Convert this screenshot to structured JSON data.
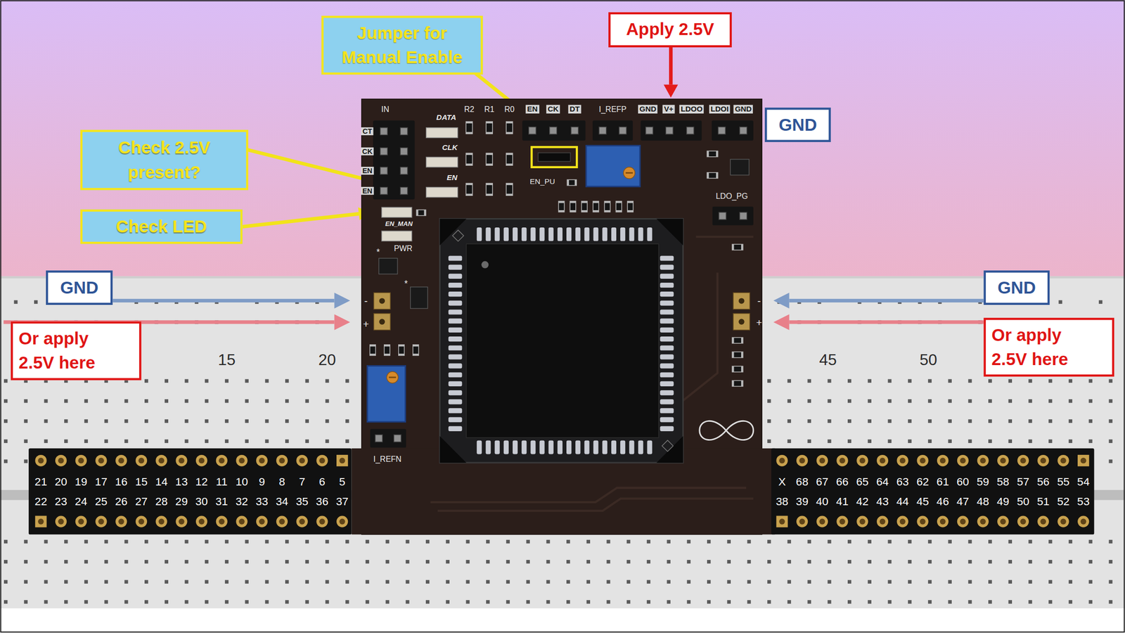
{
  "diagram": {
    "nodes": [
      {
        "text": [
          "Jumper for Manual Enable"
        ]
      },
      {
        "text": [
          "Apply 2.5V"
        ]
      },
      {
        "text": [
          "GND"
        ]
      },
      {
        "text": [
          "Check 2.5V present?"
        ]
      },
      {
        "text": [
          "Check LED"
        ]
      },
      {
        "text": [
          "GND"
        ]
      },
      {
        "text": [
          "Or apply 2.5V here"
        ]
      },
      {
        "text": [
          "GND"
        ]
      },
      {
        "text": [
          "Or apply 2.5V here"
        ]
      }
    ],
    "labels": [
      "IN",
      "DATA",
      "R2",
      "R1",
      "R0",
      "EN",
      "CK",
      "DT",
      "I_REFP",
      "GND",
      "V+",
      "LDOO",
      "LDOI",
      "GND",
      "CT",
      "CK",
      "EN",
      "EN",
      "CLK",
      "EN",
      "EN_PU",
      "LDO_PG",
      "EN_MAN",
      "PWR",
      "*",
      "*",
      "-",
      "+",
      "-",
      "+",
      "I_REFN",
      "15",
      "20",
      "45",
      "50",
      "21",
      "20",
      "19",
      "17",
      "16",
      "15",
      "14",
      "13",
      "12",
      "11",
      "10",
      "9",
      "8",
      "7",
      "6",
      "5",
      "22",
      "23",
      "24",
      "25",
      "26",
      "27",
      "28",
      "29",
      "30",
      "31",
      "32",
      "33",
      "34",
      "35",
      "36",
      "37",
      "X",
      "68",
      "67",
      "66",
      "65",
      "64",
      "63",
      "62",
      "61",
      "60",
      "59",
      "58",
      "57",
      "56",
      "55",
      "54",
      "38",
      "39",
      "40",
      "41",
      "42",
      "43",
      "44",
      "45",
      "46",
      "47",
      "48",
      "49",
      "50",
      "51",
      "52",
      "53"
    ]
  }
}
